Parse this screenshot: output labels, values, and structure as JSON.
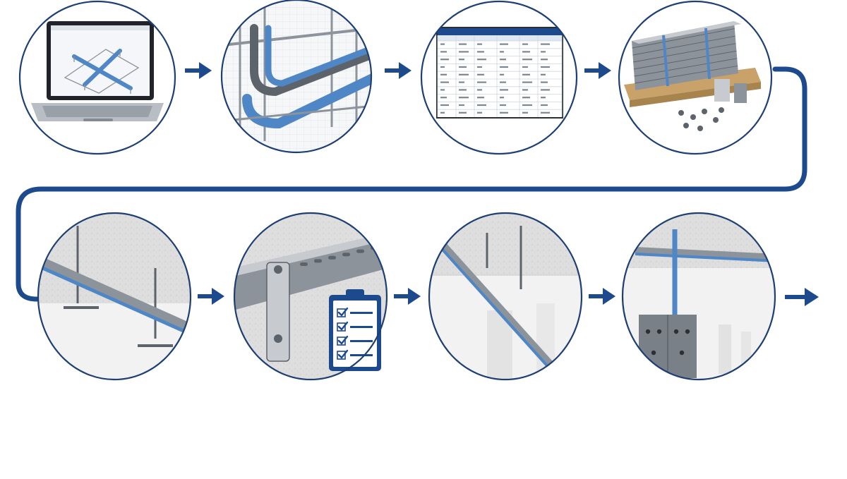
{
  "colors": {
    "accent": "#1d4a8c",
    "accent_light": "#4f86c6",
    "outline": "#1d3f73",
    "metal": "#8d939b",
    "metal_light": "#c7cbd0",
    "metal_dark": "#5d636b",
    "concrete": "#dcdcdc",
    "wall": "#f2f2f2",
    "wood": "#c9a26a",
    "screen": "#eef1f5",
    "cabinet": "#7a8088"
  },
  "steps": [
    {
      "id": 1,
      "illustration": "laptop-cad-icon"
    },
    {
      "id": 2,
      "illustration": "cable-tray-routing-icon"
    },
    {
      "id": 3,
      "illustration": "schedule-table-icon"
    },
    {
      "id": 4,
      "illustration": "material-pallet-icon"
    },
    {
      "id": 5,
      "illustration": "ceiling-hanger-icon"
    },
    {
      "id": 6,
      "illustration": "bracket-inspection-icon"
    },
    {
      "id": 7,
      "illustration": "corridor-tray-icon"
    },
    {
      "id": 8,
      "illustration": "switchgear-room-icon"
    }
  ],
  "flow": {
    "connector": "serpentine-connector",
    "arrows": [
      "arrow-right-icon",
      "arrow-right-icon",
      "arrow-right-icon",
      "arrow-right-icon",
      "arrow-right-icon",
      "arrow-right-icon",
      "arrow-right-icon"
    ],
    "end_arrow": "arrow-right-icon"
  },
  "checklist": {
    "items": 4,
    "checked": 4
  }
}
